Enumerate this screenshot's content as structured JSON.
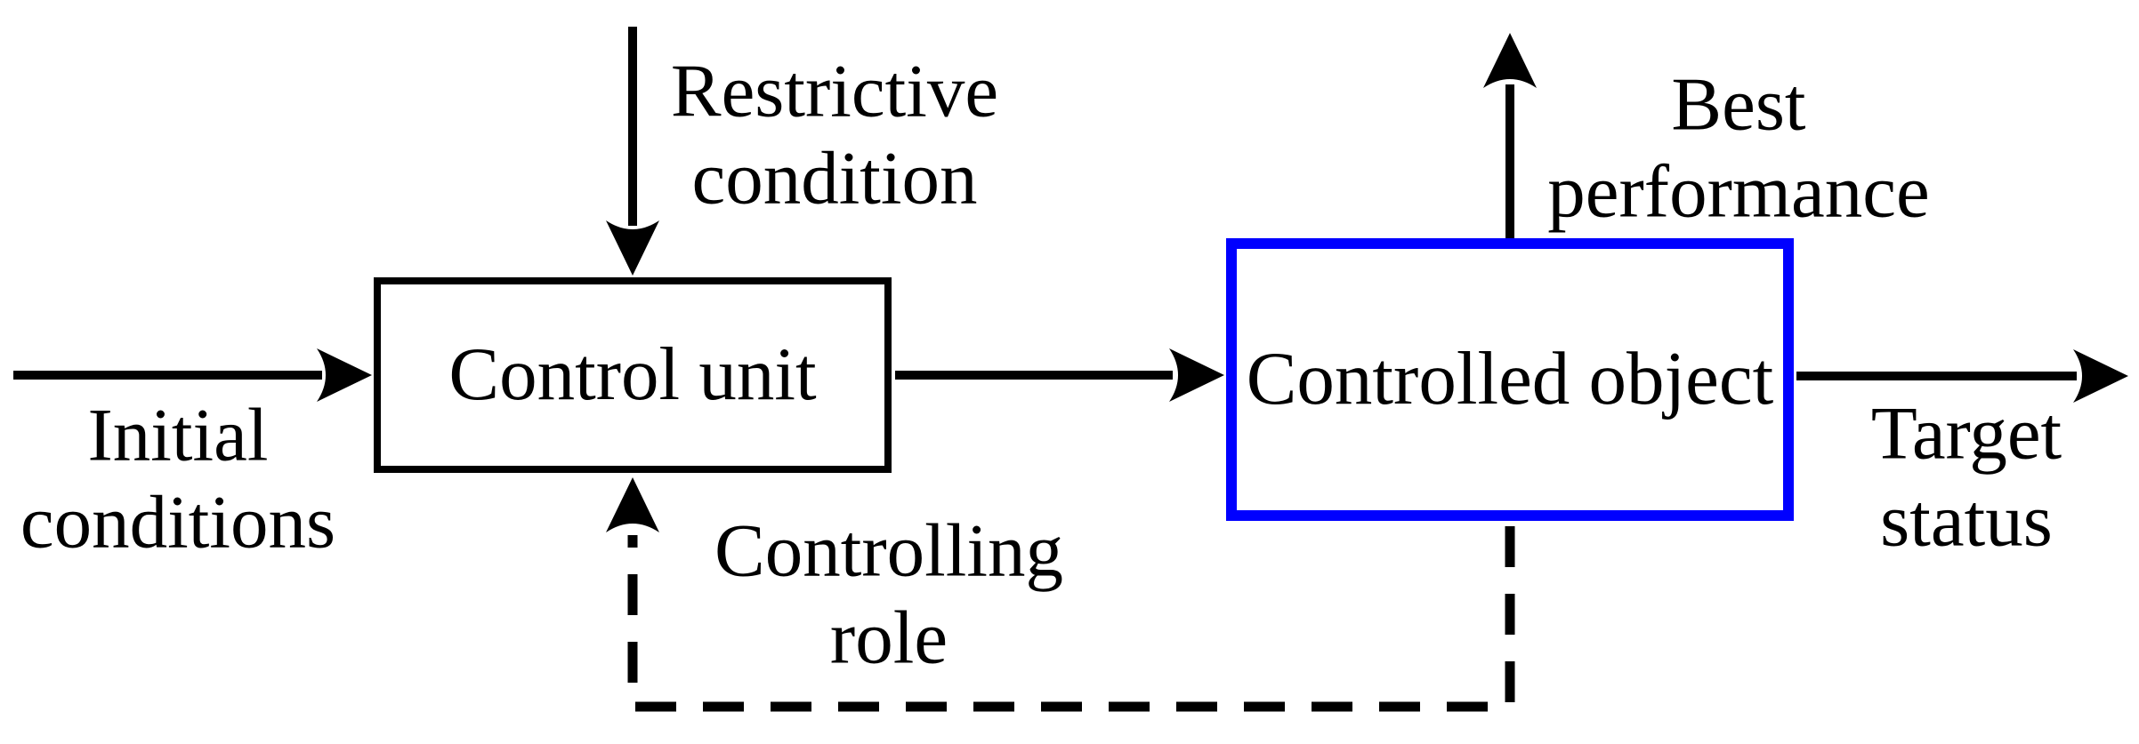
{
  "diagram": {
    "boxes": [
      {
        "id": "control-unit",
        "label": "Control unit",
        "border_color": "#000000",
        "border_style": "solid"
      },
      {
        "id": "controlled-object",
        "label": "Controlled object",
        "border_color": "#0000ff",
        "border_style": "solid"
      }
    ],
    "labels": [
      {
        "id": "restrictive-condition",
        "text": "Restrictive\ncondition"
      },
      {
        "id": "best-performance",
        "text": "Best\nperformance"
      },
      {
        "id": "initial-conditions",
        "text": "Initial\nconditions"
      },
      {
        "id": "target-status",
        "text": "Target\nstatus"
      },
      {
        "id": "controlling-role",
        "text": "Controlling\nrole"
      }
    ],
    "arrows": [
      {
        "id": "initial-conditions-to-control-unit",
        "style": "solid",
        "direction": "right"
      },
      {
        "id": "restrictive-condition-to-control-unit",
        "style": "solid",
        "direction": "down"
      },
      {
        "id": "control-unit-to-controlled-object",
        "style": "solid",
        "direction": "right"
      },
      {
        "id": "controlled-object-to-best-performance",
        "style": "solid",
        "direction": "up"
      },
      {
        "id": "controlled-object-to-target-status",
        "style": "solid",
        "direction": "right"
      },
      {
        "id": "controlled-object-to-control-unit-feedback",
        "style": "dashed",
        "direction": "up"
      }
    ],
    "colors": {
      "accent_blue": "#0000ff",
      "line_black": "#000000",
      "background": "#ffffff"
    }
  }
}
